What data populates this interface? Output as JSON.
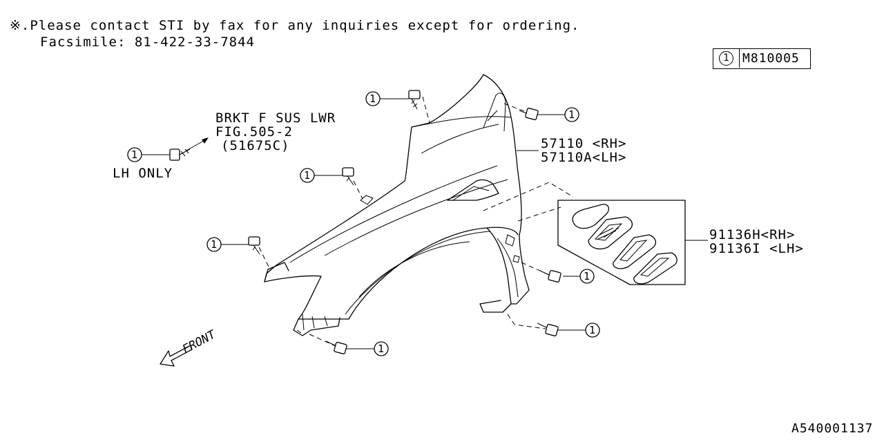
{
  "notice": {
    "line1": "※.Please contact STI by fax for any inquiries except for ordering.",
    "line2": "Facsimile: 81-422-33-7844"
  },
  "legend": {
    "key": "1",
    "part": "M810005"
  },
  "callouts": {
    "bracket_line1": "BRKT F SUS LWR",
    "bracket_line2": "FIG.505-2",
    "bracket_line3": "(51675C)",
    "lh_only": "LH ONLY",
    "fender_rh": "57110 <RH>",
    "fender_lh": "57110A<LH>",
    "cover_rh": "91136H<RH>",
    "cover_lh": "91136I <LH>",
    "front": "FRONT"
  },
  "bolt_ref": "1",
  "diagram_id": "A540001137"
}
